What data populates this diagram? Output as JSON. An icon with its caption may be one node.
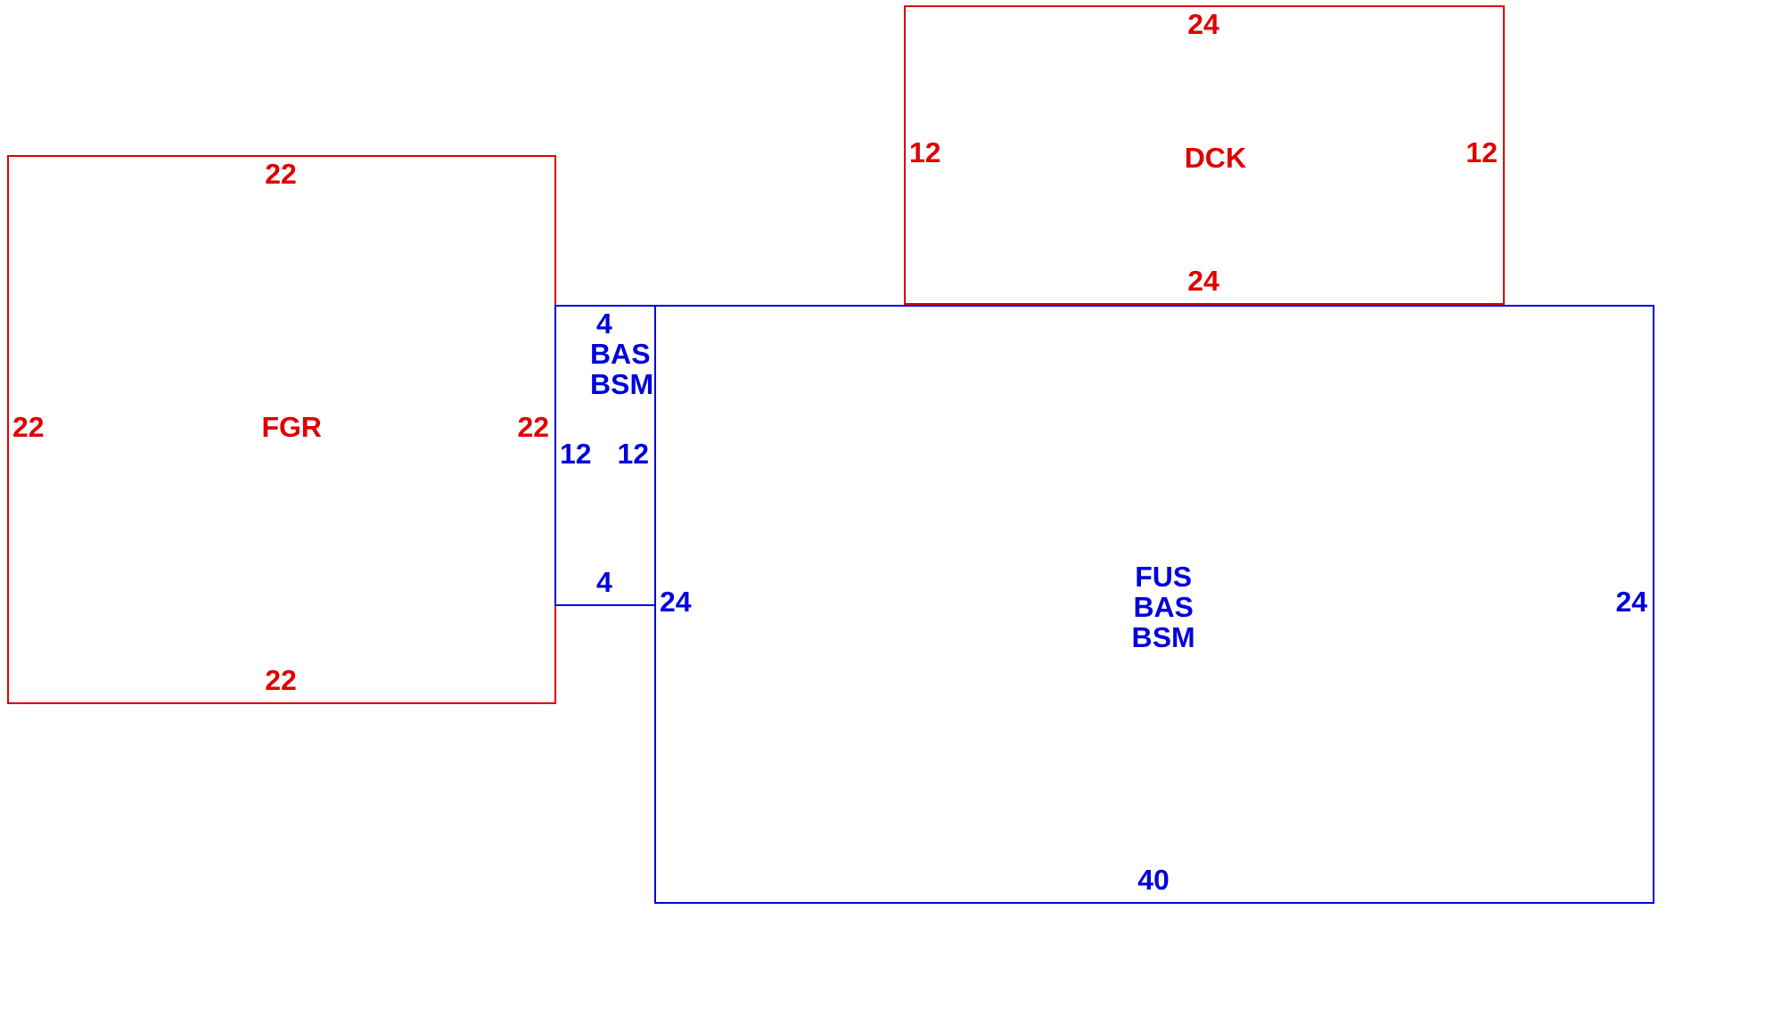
{
  "diagram": {
    "nodes": [
      {
        "text": [
          "22",
          "22",
          "FGR",
          "22",
          "22"
        ]
      },
      {
        "text": [
          "24",
          "12",
          "DCK",
          "12",
          "24"
        ]
      },
      {
        "text": [
          "4",
          "BAS BSM",
          "12",
          "12",
          "4"
        ]
      },
      {
        "text": [
          "24",
          "FUS BAS BSM",
          "24",
          "40"
        ]
      }
    ]
  }
}
